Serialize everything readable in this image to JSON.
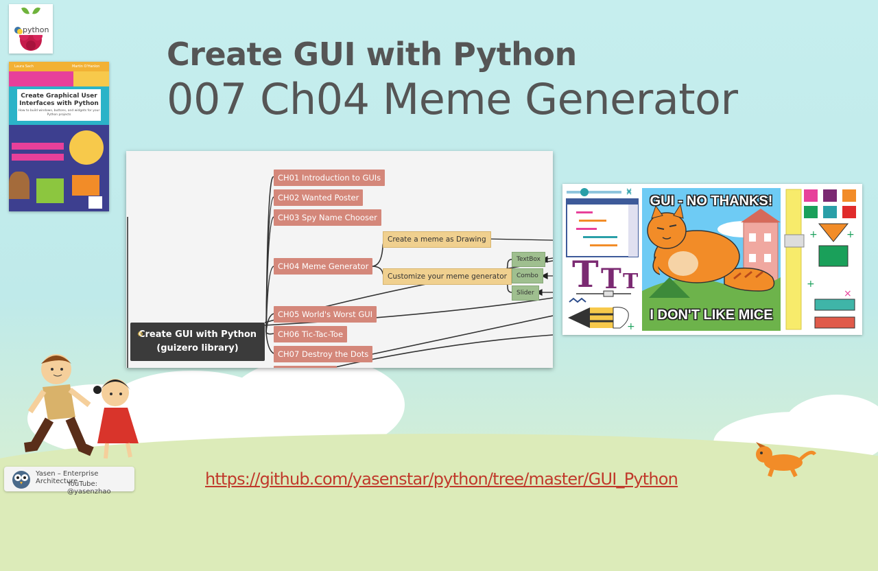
{
  "title": {
    "line1": "Create GUI with Python",
    "line2": "007 Ch04 Meme Generator"
  },
  "python_logo": {
    "label": "python",
    "icon": "raspberry-pi-python-icon"
  },
  "book": {
    "author_left": "Laura Sach",
    "author_right": "Martin O'Hanlon",
    "title": "Create Graphical User Interfaces with Python",
    "subtitle": "How to build windows, buttons, and widgets for your Python projects"
  },
  "mindmap": {
    "root_line1": "Create GUI with Python",
    "root_line2": "(guizero library)",
    "chapters": [
      "CH01 Introduction to GUIs",
      "CH02 Wanted Poster",
      "CH03 Spy Name Chooser",
      "CH04 Meme Generator",
      "CH05 World's Worst GUI",
      "CH06 Tic-Tac-Toe",
      "CH07 Destroy the Dots"
    ],
    "subtopics": [
      "Create a meme as Drawing",
      "Customize your meme generator"
    ],
    "widgets": [
      "TextBox",
      "Combo",
      "Slider"
    ]
  },
  "illustration": {
    "meme_top": "GUI - NO THANKS!",
    "meme_bottom": "I DON'T LIKE MICE",
    "font_glyphs": "TTT"
  },
  "footer": {
    "channel_name": "Yasen – Enterprise Architecture",
    "channel_handle": "YouTube: @yasenzhao",
    "url": "https://github.com/yasenstar/python/tree/master/GUI_Python"
  },
  "colors": {
    "chapter_node": "#d4877a",
    "subtopic_node": "#f0d08f",
    "widget_node": "#9fbf8f",
    "root_node": "#3b3b3b",
    "url": "#c0392b"
  }
}
